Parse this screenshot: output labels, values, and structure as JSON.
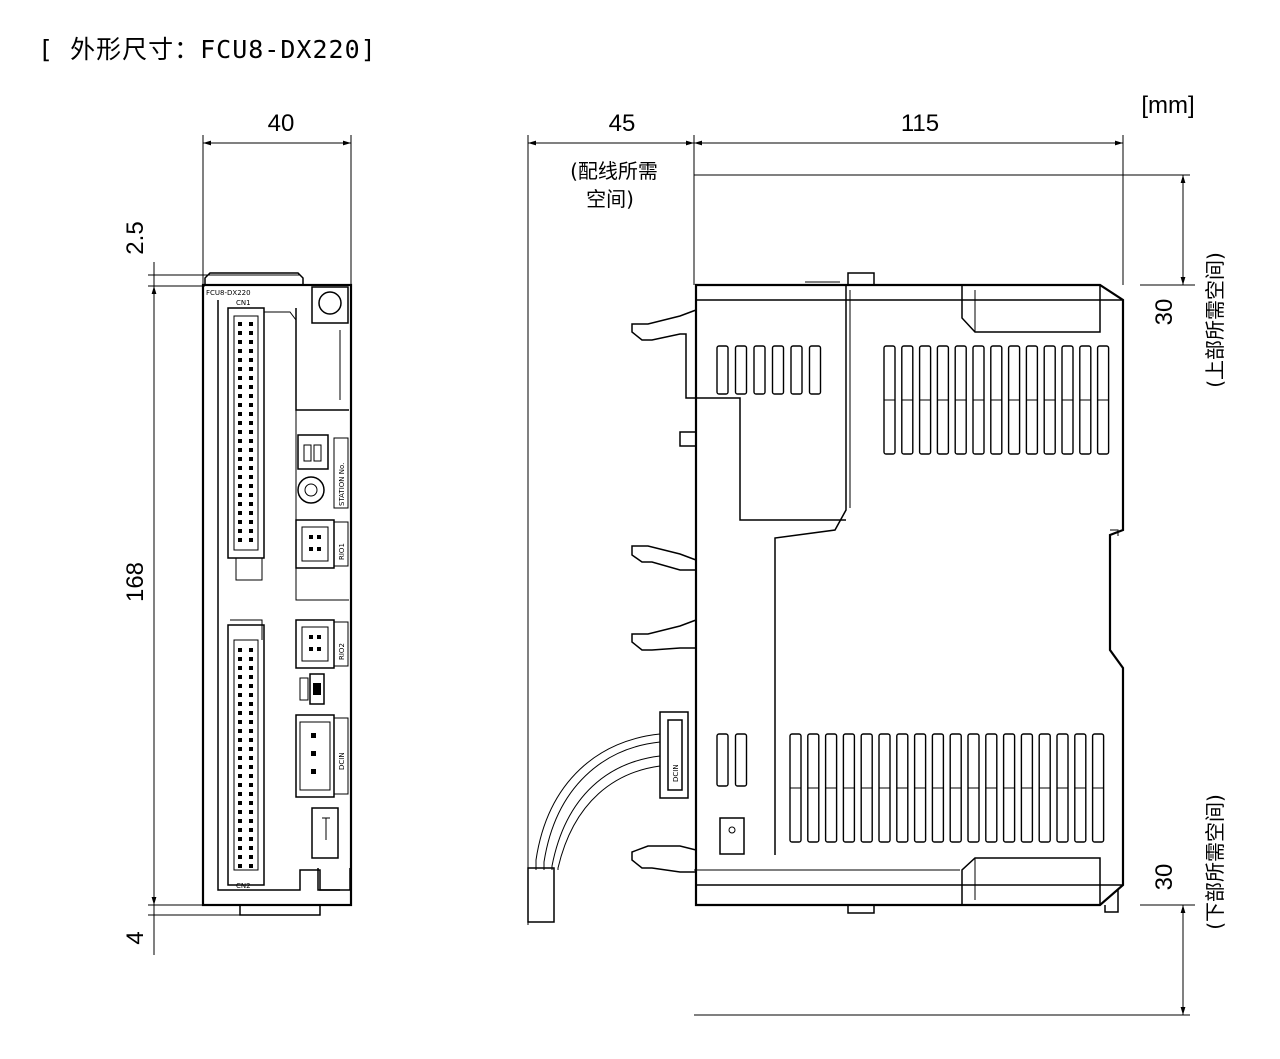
{
  "title": "[ 外形尺寸：FCU8-DX220]",
  "unit": "[mm]",
  "front_view": {
    "width": "40",
    "top_gap": "2.5",
    "height": "168",
    "bottom_gap": "4",
    "labels": {
      "top_model": "FCU8-DX220",
      "cn1": "CN1",
      "cn2": "CN2",
      "station": "STATION No.",
      "rio1": "RIO1",
      "rio2": "RIO2",
      "dcin": "DCIN"
    }
  },
  "side_view": {
    "wiring_depth": "45",
    "wiring_note_line1": "(配线所需",
    "wiring_note_line2": "空间)",
    "depth": "115",
    "top_clearance": "30",
    "top_clearance_label": "(上部所需空间)",
    "bottom_clearance": "30",
    "bottom_clearance_label": "(下部所需空间)",
    "connector_label": "DCIN"
  }
}
